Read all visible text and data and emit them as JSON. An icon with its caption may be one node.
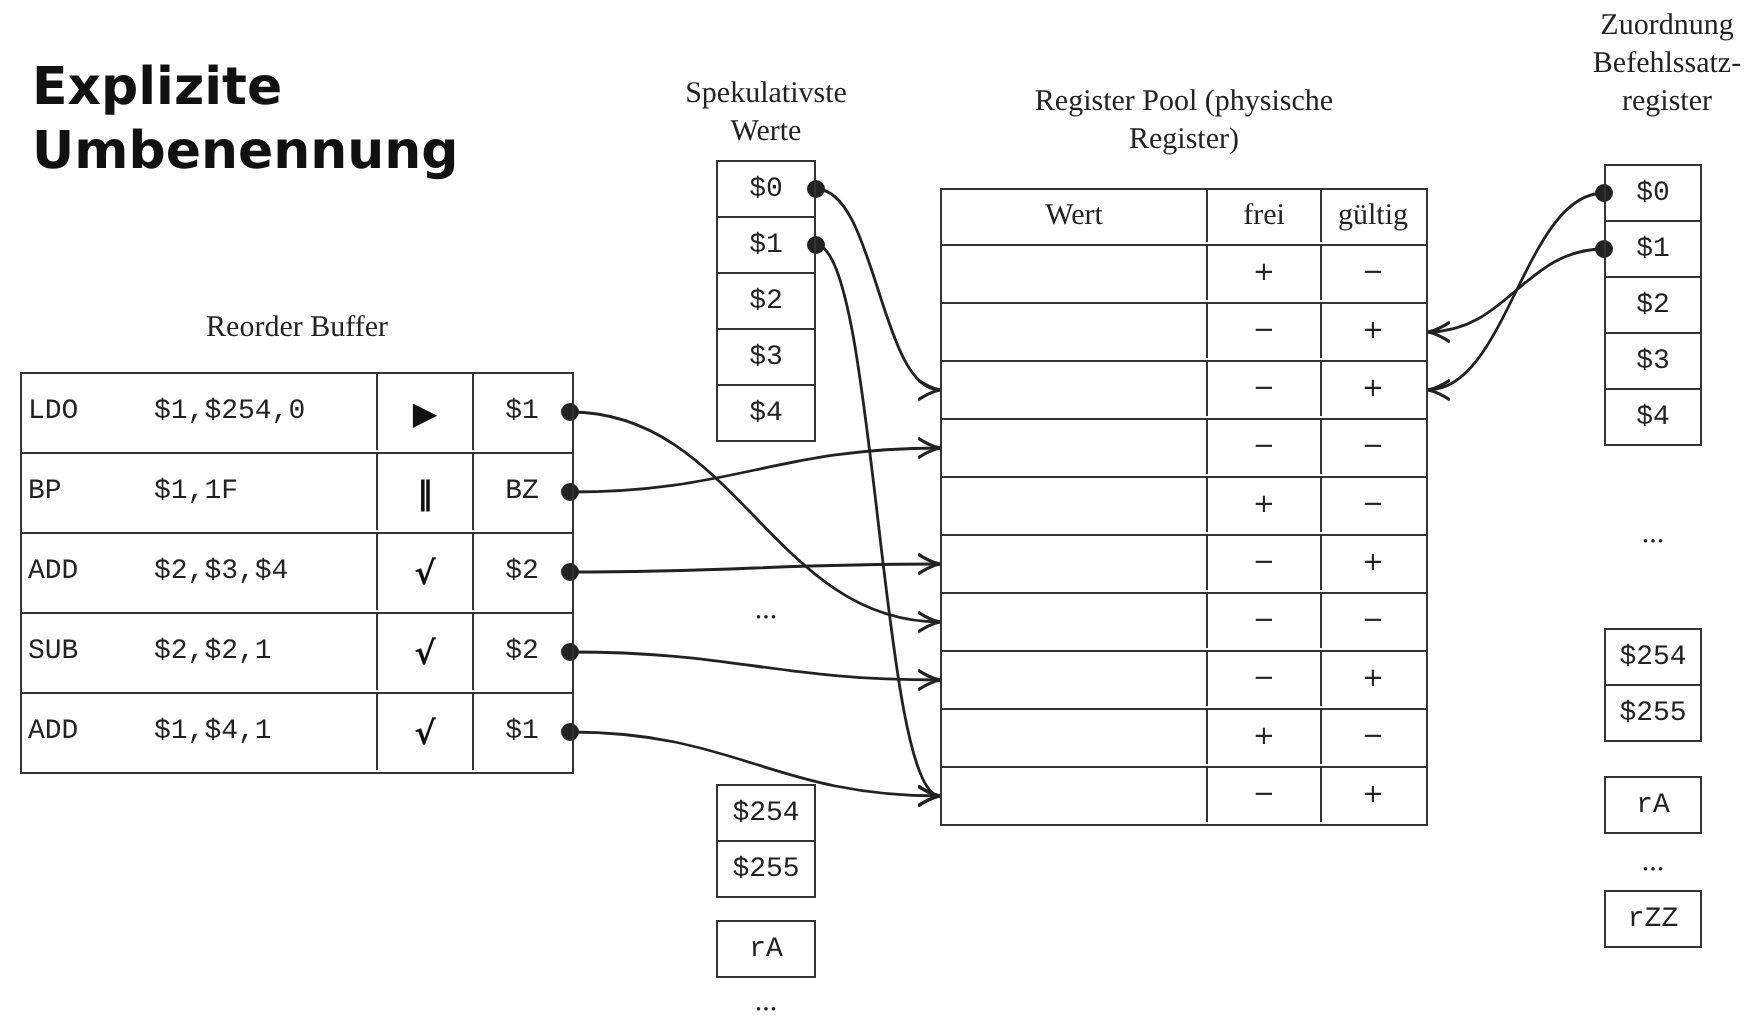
{
  "diagram": {
    "title": "Explizite Umbenennung",
    "nodes": [
      {
        "text": [
          "Reorder Buffer"
        ]
      },
      {
        "text": [
          "LDO",
          "$1,$254,0",
          "▶"
        ],
        "in": 0
      },
      {
        "text": [
          "$1"
        ],
        "in": 1
      },
      {
        "text": [
          "BP",
          "$1,1F",
          "‖"
        ],
        "in": 0
      },
      {
        "text": [
          "BZ"
        ],
        "in": 3
      },
      {
        "text": [
          "ADD",
          "$2,$3,$4",
          "√"
        ],
        "in": 0
      },
      {
        "text": [
          "$2"
        ],
        "in": 5
      },
      {
        "text": [
          "SUB",
          "$2,$2,1",
          "√"
        ],
        "in": 0
      },
      {
        "text": [
          "$2"
        ],
        "in": 7
      },
      {
        "text": [
          "ADD",
          "$1,$4,1",
          "√"
        ],
        "in": 0
      },
      {
        "text": [
          "$1"
        ],
        "in": 9
      },
      {
        "text": [
          "$0"
        ]
      },
      {
        "text": [
          "$1"
        ]
      },
      {
        "text": [
          "$2"
        ]
      },
      {
        "text": [
          "$3"
        ]
      },
      {
        "text": [
          "$4"
        ]
      },
      {
        "text": [
          "$254"
        ]
      },
      {
        "text": [
          "$255"
        ]
      },
      {
        "text": [
          "rA"
        ]
      },
      {
        "text": [
          "Register Pool (physische Register)"
        ]
      },
      {
        "text": [
          "Wert",
          "frei",
          "gültig"
        ],
        "in": 19
      },
      {
        "text": [
          "+",
          "−"
        ],
        "in": 19
      },
      {
        "text": [
          "−",
          "+"
        ],
        "in": 19
      },
      {
        "text": [
          "−",
          "+"
        ],
        "in": 19
      },
      {
        "text": [
          "−",
          "−"
        ],
        "in": 19
      },
      {
        "text": [
          "+",
          "−"
        ],
        "in": 19
      },
      {
        "text": [
          "−",
          "+"
        ],
        "in": 19
      },
      {
        "text": [
          "−",
          "−"
        ],
        "in": 19
      },
      {
        "text": [
          "−",
          "+"
        ],
        "in": 19
      },
      {
        "text": [
          "+",
          "−"
        ],
        "in": 19
      },
      {
        "text": [
          "−",
          "+"
        ],
        "in": 19
      },
      {
        "text": [
          "$0"
        ]
      },
      {
        "text": [
          "$1"
        ]
      },
      {
        "text": [
          "$2"
        ]
      },
      {
        "text": [
          "$3"
        ]
      },
      {
        "text": [
          "$4"
        ]
      },
      {
        "text": [
          "$254"
        ]
      },
      {
        "text": [
          "$255"
        ]
      },
      {
        "text": [
          "rA"
        ]
      },
      {
        "text": [
          "rZZ"
        ]
      }
    ],
    "edges": [
      {
        "from": 2,
        "to": 27,
        "arrow": "to"
      },
      {
        "from": 4,
        "to": 24,
        "arrow": "to"
      },
      {
        "from": 6,
        "to": 26,
        "arrow": "to"
      },
      {
        "from": 8,
        "to": 28,
        "arrow": "to"
      },
      {
        "from": 10,
        "to": 30,
        "arrow": "to"
      },
      {
        "from": 11,
        "to": 23,
        "arrow": "to"
      },
      {
        "from": 12,
        "to": 30,
        "arrow": "to"
      },
      {
        "from": 31,
        "to": 23,
        "arrow": "to"
      },
      {
        "from": 32,
        "to": 22,
        "arrow": "to"
      }
    ],
    "labels": [
      "Spekulativste Werte",
      "Zuordnung Befehlssatz-register",
      "...",
      "...",
      "...",
      "..."
    ]
  }
}
